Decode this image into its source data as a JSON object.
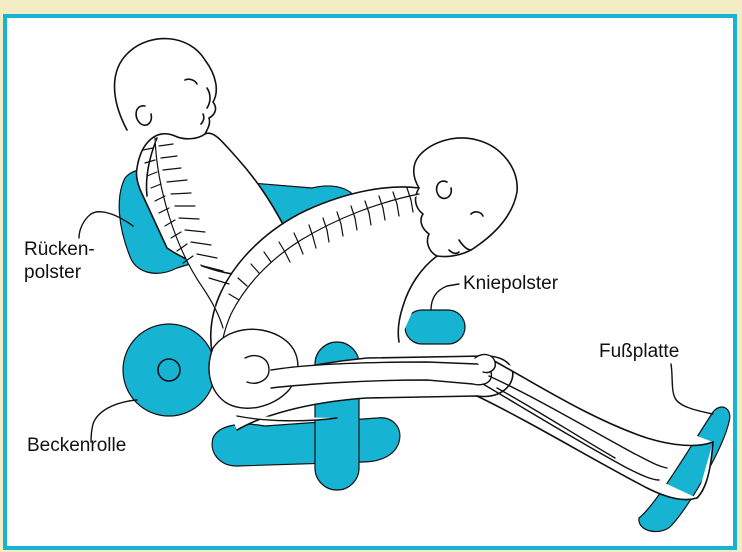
{
  "labels": {
    "back_pad": [
      "Rücken-",
      "polster"
    ],
    "knee_pad": "Kniepolster",
    "foot_plate": "Fußplatte",
    "pelvis_roll": "Beckenrolle"
  },
  "colors": {
    "pad": "#16b3d3",
    "frame_border": "#16b3d3",
    "frame_bg": "#f3ecc4",
    "line": "#111111"
  }
}
